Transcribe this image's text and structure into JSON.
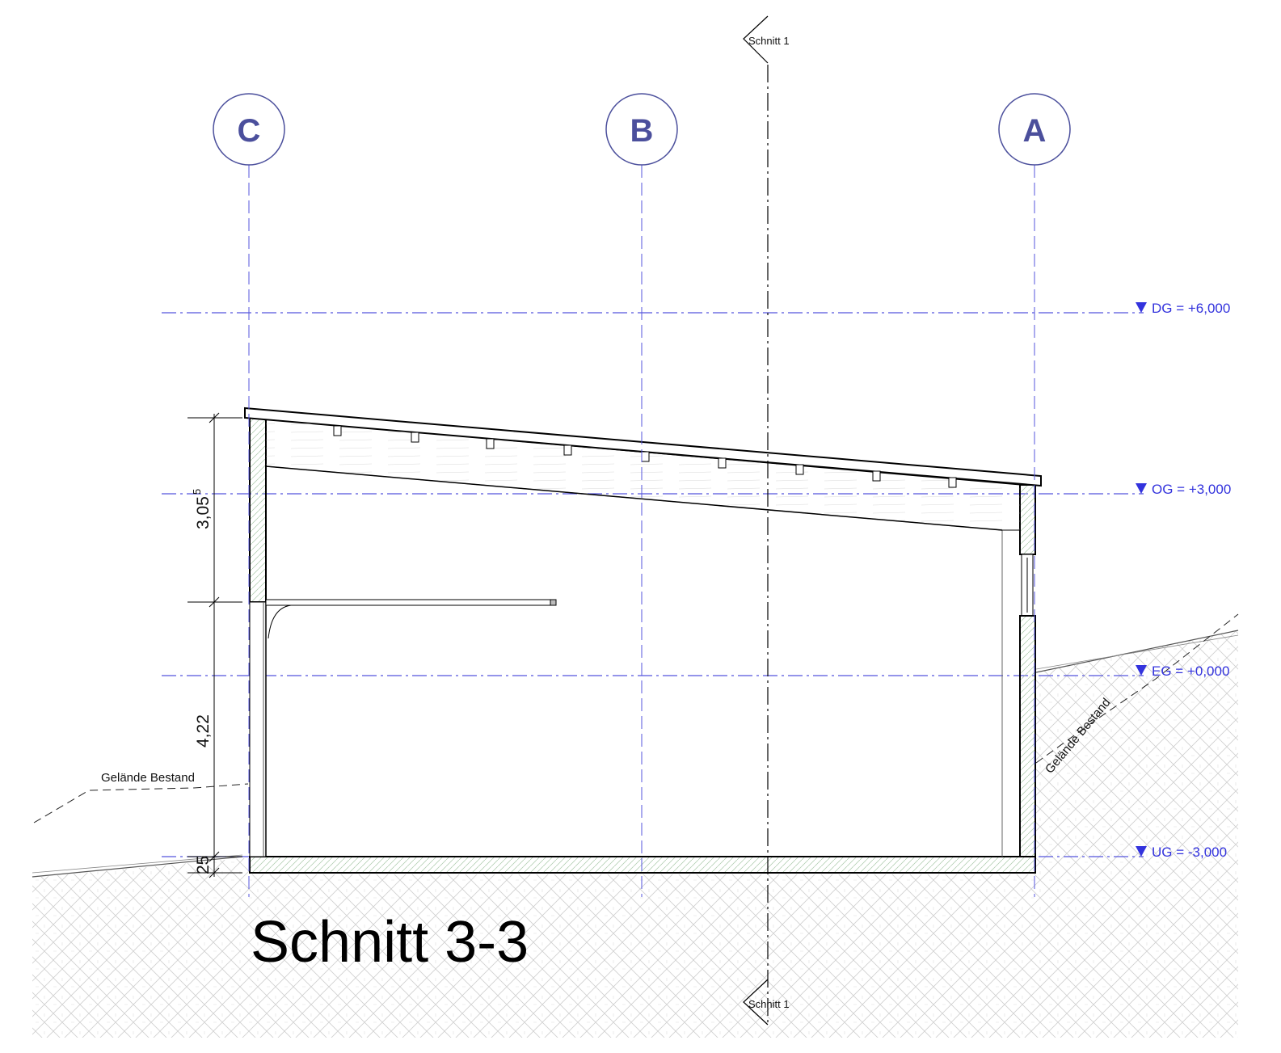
{
  "drawing": {
    "title": "Schnitt 3-3",
    "section_marker": "Schnitt 1",
    "grid_axes": [
      "C",
      "B",
      "A"
    ],
    "levels": [
      {
        "id": "DG",
        "label": "DG  =  +6,000",
        "elevation": 6.0
      },
      {
        "id": "OG",
        "label": "OG  =  +3,000",
        "elevation": 3.0
      },
      {
        "id": "EG",
        "label": "EG  =  +0,000",
        "elevation": 0.0
      },
      {
        "id": "UG",
        "label": "UG  =  -3,000",
        "elevation": -3.0
      }
    ],
    "dimensions": {
      "upper": "3,05",
      "upper_superscript": "5",
      "middle": "4,22",
      "lower": "25"
    },
    "terrain_labels": {
      "left": "Gelände Bestand",
      "right": "Gelände Bestand"
    },
    "colors": {
      "grid": "#5555dd",
      "grid_bubble": "#4b4f9c",
      "level": "#3333dd",
      "structure": "#000000",
      "hatch": "#c8c8c8"
    }
  }
}
